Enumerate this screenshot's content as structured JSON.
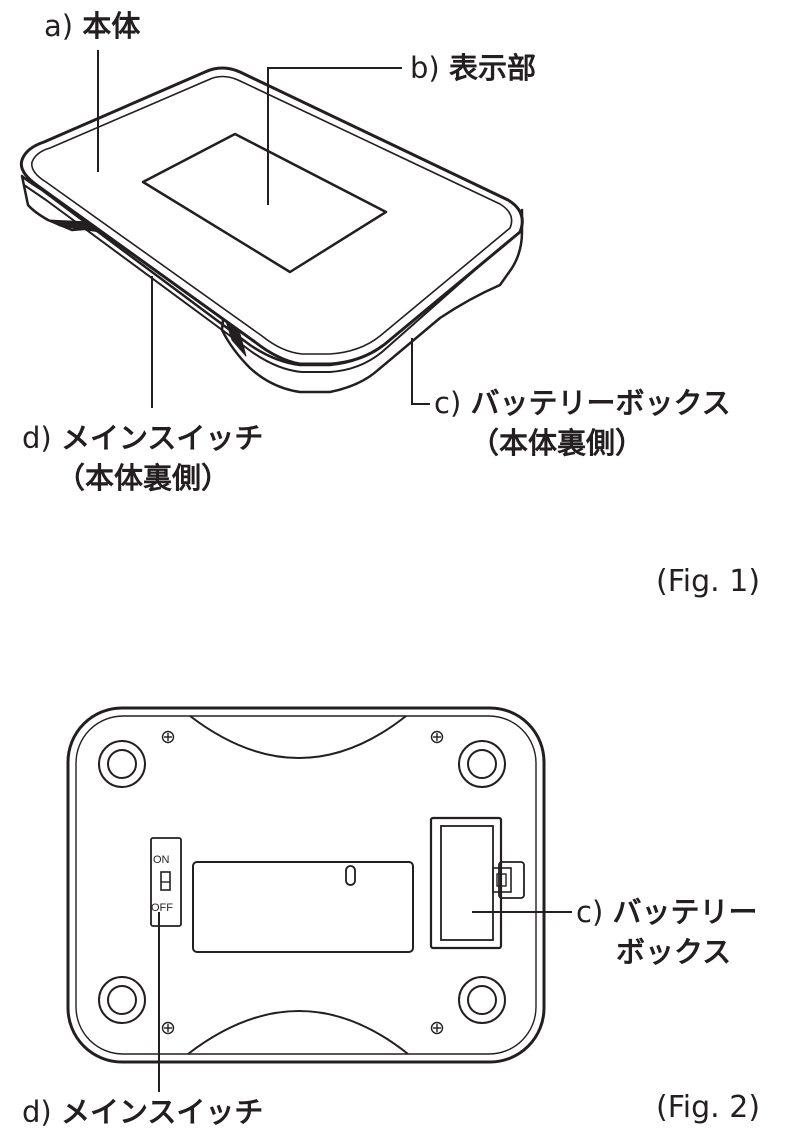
{
  "fig1": {
    "caption": "(Fig. 1)",
    "labels": {
      "a": {
        "prefix": "a)",
        "text": "本体"
      },
      "b": {
        "prefix": "b)",
        "text": "表示部"
      },
      "c": {
        "prefix": "c)",
        "text": "バッテリーボックス",
        "sub": "（本体裏側）"
      },
      "d": {
        "prefix": "d)",
        "text": "メインスイッチ",
        "sub": "（本体裏側）"
      }
    }
  },
  "fig2": {
    "caption": "(Fig. 2)",
    "switch": {
      "on": "ON",
      "off": "OFF"
    },
    "labels": {
      "c": {
        "prefix": "c)",
        "line1": "バッテリー",
        "line2": "ボックス"
      },
      "d": {
        "prefix": "d)",
        "text": "メインスイッチ"
      }
    }
  },
  "colors": {
    "ink": "#231f20",
    "paper": "#ffffff"
  }
}
